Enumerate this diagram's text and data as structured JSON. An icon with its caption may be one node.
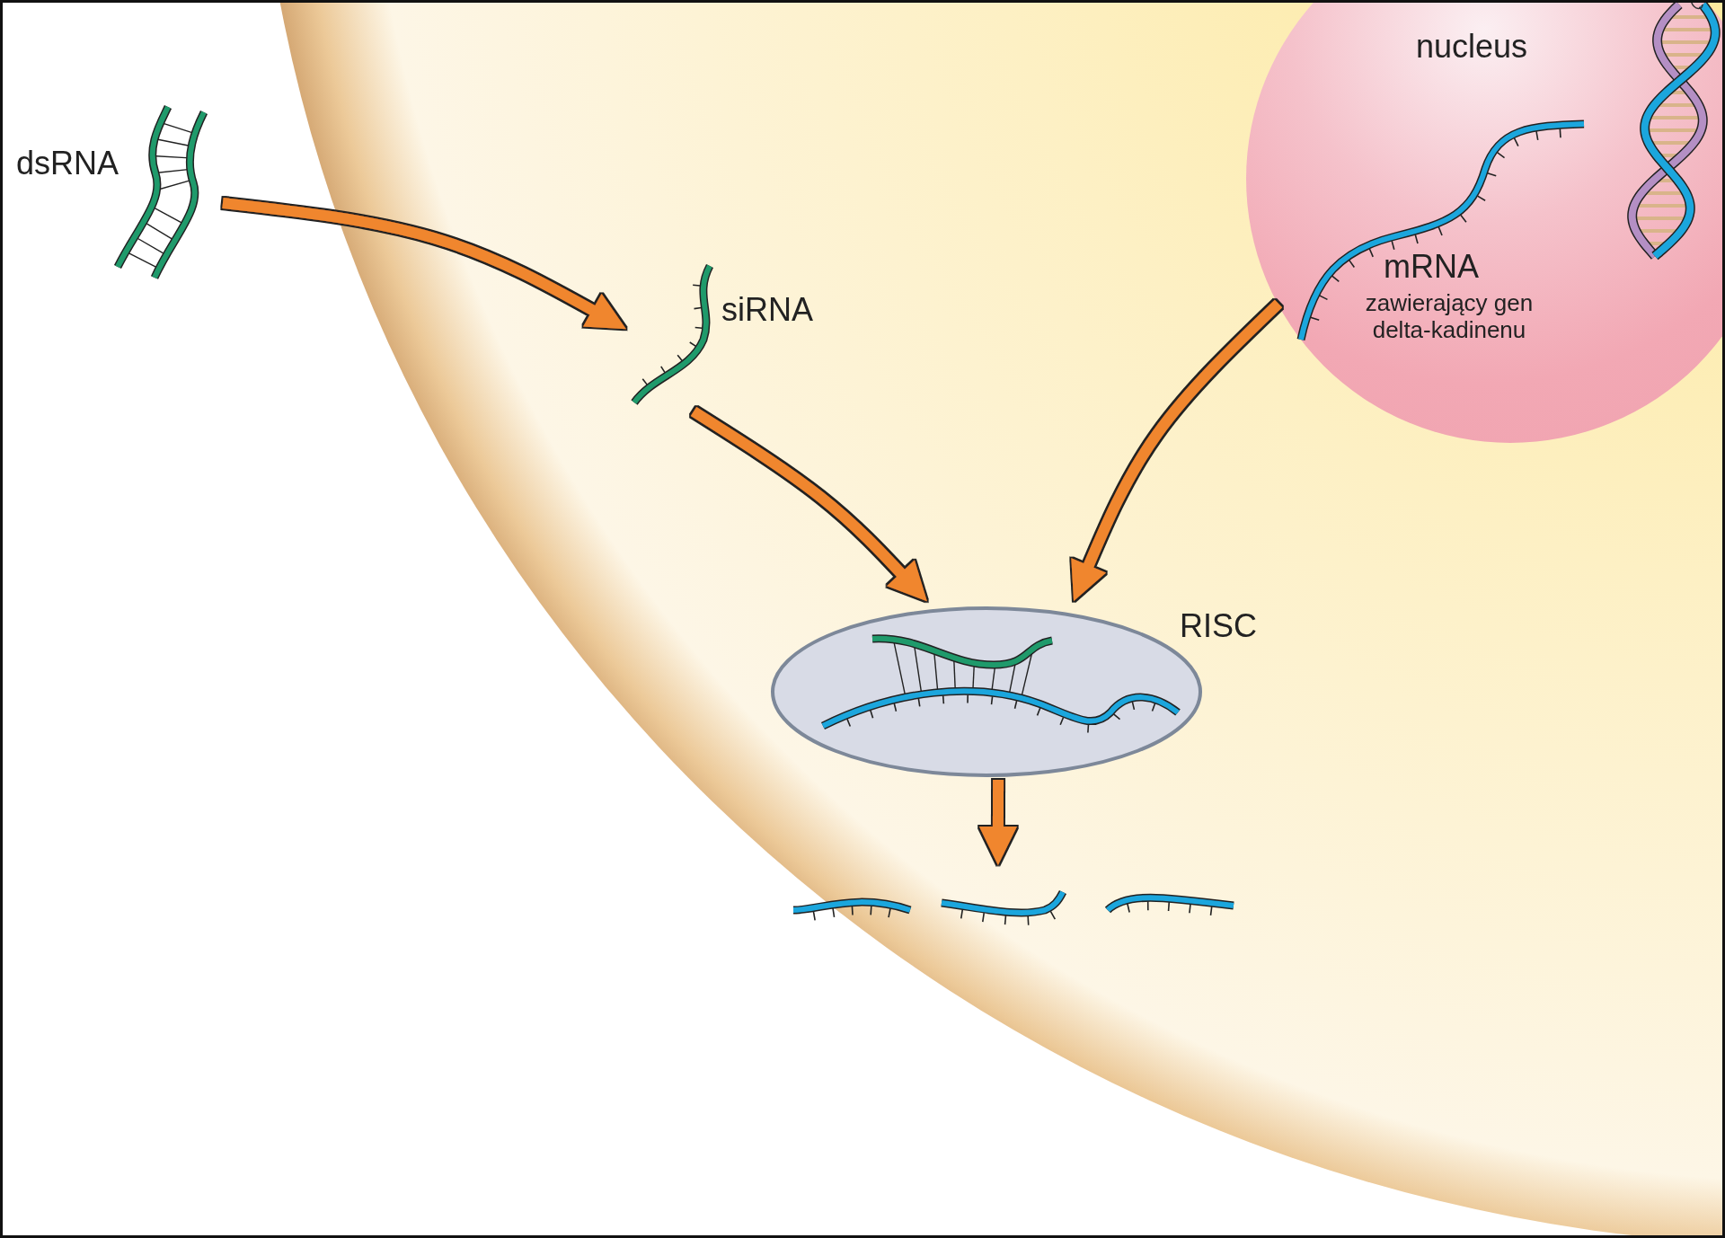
{
  "diagram": {
    "nodes": [
      {
        "text": [
          "nucleus"
        ]
      },
      {
        "text": [
          "dsRNA"
        ]
      },
      {
        "text": [
          "siRNA"
        ]
      },
      {
        "text": [
          "mRNA",
          "zawierający gen delta-kadinenu"
        ],
        "in": 0
      },
      {
        "text": [
          "RISC"
        ]
      },
      {
        "text": [],
        "shape": "picture"
      }
    ],
    "edges": [
      {
        "from": 1,
        "to": 2,
        "arrow": "to"
      },
      {
        "from": 2,
        "to": 4,
        "arrow": "to"
      },
      {
        "from": 3,
        "to": 4,
        "arrow": "to"
      },
      {
        "from": 4,
        "to": 5,
        "arrow": "to"
      }
    ]
  }
}
